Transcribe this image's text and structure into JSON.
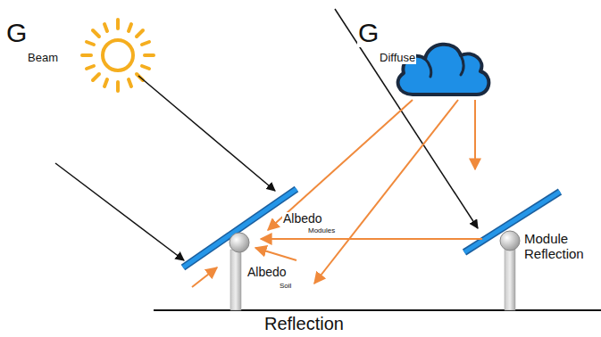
{
  "diagram": {
    "labels": [
      "G",
      "Beam",
      "G",
      "Diffuse",
      "Albedo",
      "Modules",
      "Albedo",
      "Soil",
      "Module Reflection",
      "Reflection"
    ]
  }
}
